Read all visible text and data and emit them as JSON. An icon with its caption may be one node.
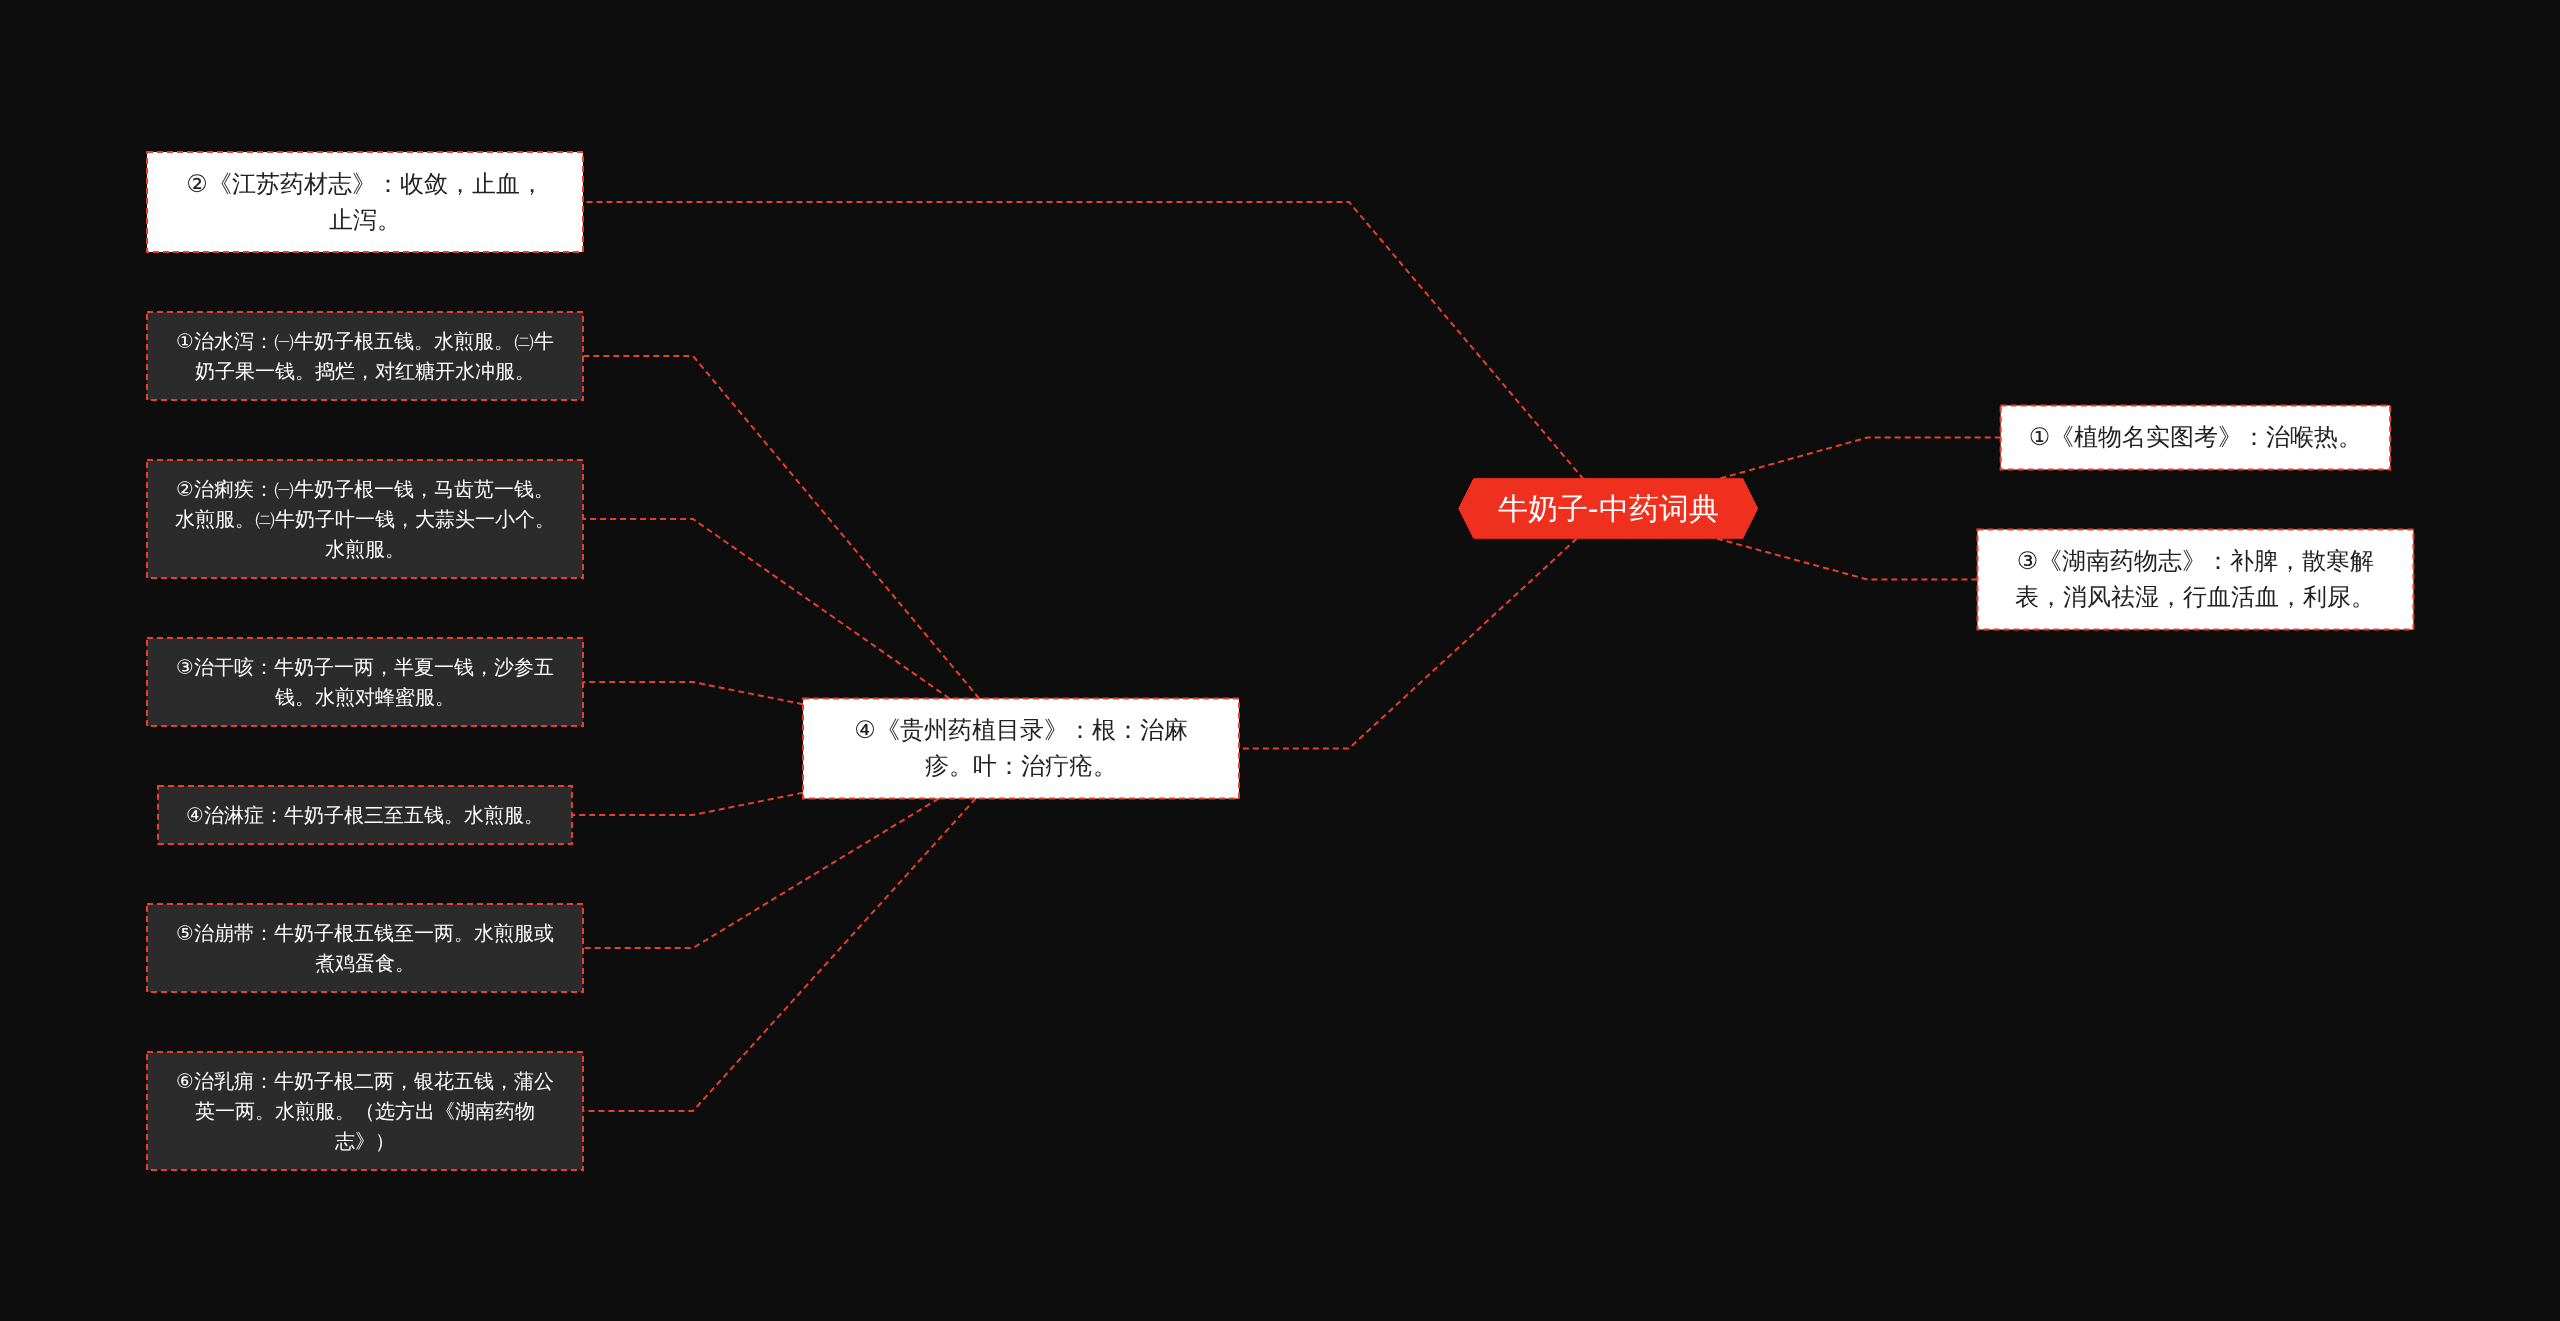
{
  "diagram": {
    "nodes": [
      {
        "text": [
          "牛奶子-中药词典"
        ]
      },
      {
        "text": [
          "②《江苏药材志》：收敛，止血，止泻。"
        ]
      },
      {
        "text": [
          "④《贵州药植目录》：根：治麻疹。叶：治疔疮。"
        ]
      },
      {
        "text": [
          "①《植物名实图考》：治喉热。"
        ]
      },
      {
        "text": [
          "③《湖南药物志》：补脾，散寒解表，消风祛湿，行血活血，利尿。"
        ]
      },
      {
        "text": [
          "①治水泻：㈠牛奶子根五钱。水煎服。㈡牛奶子果一钱。捣烂，对红糖开水冲服。"
        ]
      },
      {
        "text": [
          "②治痢疾：㈠牛奶子根一钱，马齿苋一钱。水煎服。㈡牛奶子叶一钱，大蒜头一小个。水煎服。"
        ]
      },
      {
        "text": [
          "③治干咳：牛奶子一两，半夏一钱，沙参五钱。水煎对蜂蜜服。"
        ]
      },
      {
        "text": [
          "④治淋症：牛奶子根三至五钱。水煎服。"
        ]
      },
      {
        "text": [
          "⑤治崩带：牛奶子根五钱至一两。水煎服或煮鸡蛋食。"
        ]
      },
      {
        "text": [
          "⑥治乳痈：牛奶子根二两，银花五钱，蒲公英一两。水煎服。（选方出《湖南药物志》）"
        ]
      }
    ],
    "edges": [
      {
        "from": 0,
        "to": 1,
        "arrow": "none",
        "style": "dashed"
      },
      {
        "from": 0,
        "to": 2,
        "arrow": "none",
        "style": "dashed"
      },
      {
        "from": 0,
        "to": 3,
        "arrow": "none",
        "style": "dashed"
      },
      {
        "from": 0,
        "to": 4,
        "arrow": "none",
        "style": "dashed"
      },
      {
        "from": 2,
        "to": 5,
        "arrow": "none",
        "style": "dashed"
      },
      {
        "from": 2,
        "to": 6,
        "arrow": "none",
        "style": "dashed"
      },
      {
        "from": 2,
        "to": 7,
        "arrow": "none",
        "style": "dashed"
      },
      {
        "from": 2,
        "to": 8,
        "arrow": "none",
        "style": "dashed"
      },
      {
        "from": 2,
        "to": 9,
        "arrow": "none",
        "style": "dashed"
      },
      {
        "from": 2,
        "to": 10,
        "arrow": "none",
        "style": "dashed"
      }
    ]
  }
}
